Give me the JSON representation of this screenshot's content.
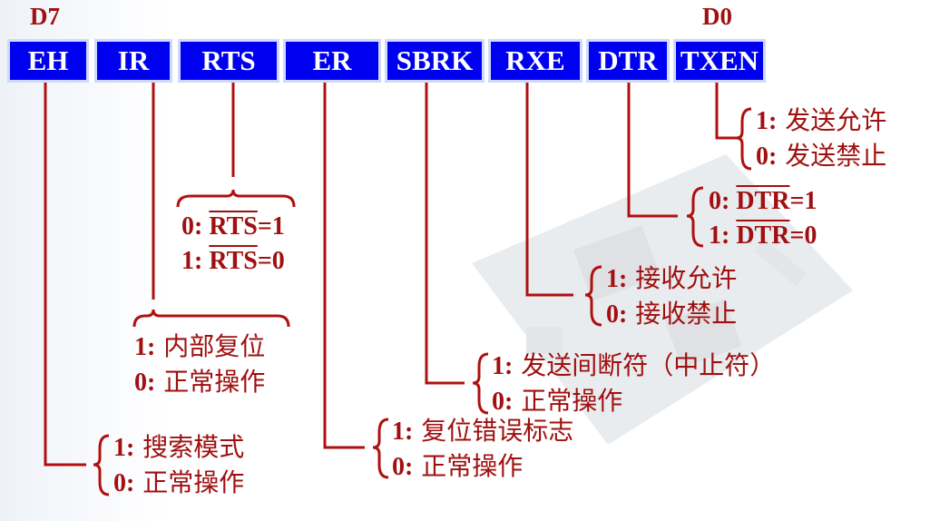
{
  "bit_labels": {
    "msb": "D7",
    "lsb": "D0"
  },
  "register_bits": [
    "EH",
    "IR",
    "RTS",
    "ER",
    "SBRK",
    "RXE",
    "DTR",
    "TXEN"
  ],
  "descriptions": {
    "TXEN": [
      {
        "key": "1:",
        "text": "发送允许"
      },
      {
        "key": "0:",
        "text": "发送禁止"
      }
    ],
    "DTR": [
      {
        "key": "0:",
        "signal": "DTR",
        "value": "=1"
      },
      {
        "key": "1:",
        "signal": "DTR",
        "value": "=0"
      }
    ],
    "RTS": [
      {
        "key": "0:",
        "signal": "RTS",
        "value": "=1"
      },
      {
        "key": "1:",
        "signal": "RTS",
        "value": "=0"
      }
    ],
    "RXE": [
      {
        "key": "1:",
        "text": "接收允许"
      },
      {
        "key": "0:",
        "text": "接收禁止"
      }
    ],
    "IR": [
      {
        "key": "1:",
        "text": "内部复位"
      },
      {
        "key": "0:",
        "text": "正常操作"
      }
    ],
    "SBRK": [
      {
        "key": "1:",
        "text": "发送间断符（中止符）"
      },
      {
        "key": "0:",
        "text": "正常操作"
      }
    ],
    "ER": [
      {
        "key": "1:",
        "text": "复位错误标志"
      },
      {
        "key": "0:",
        "text": "正常操作"
      }
    ],
    "EH": [
      {
        "key": "1:",
        "text": "搜索模式"
      },
      {
        "key": "0:",
        "text": "正常操作"
      }
    ]
  },
  "colors": {
    "register_fill": "#0000f0",
    "text": "#a01010",
    "lines": "#b01010"
  }
}
